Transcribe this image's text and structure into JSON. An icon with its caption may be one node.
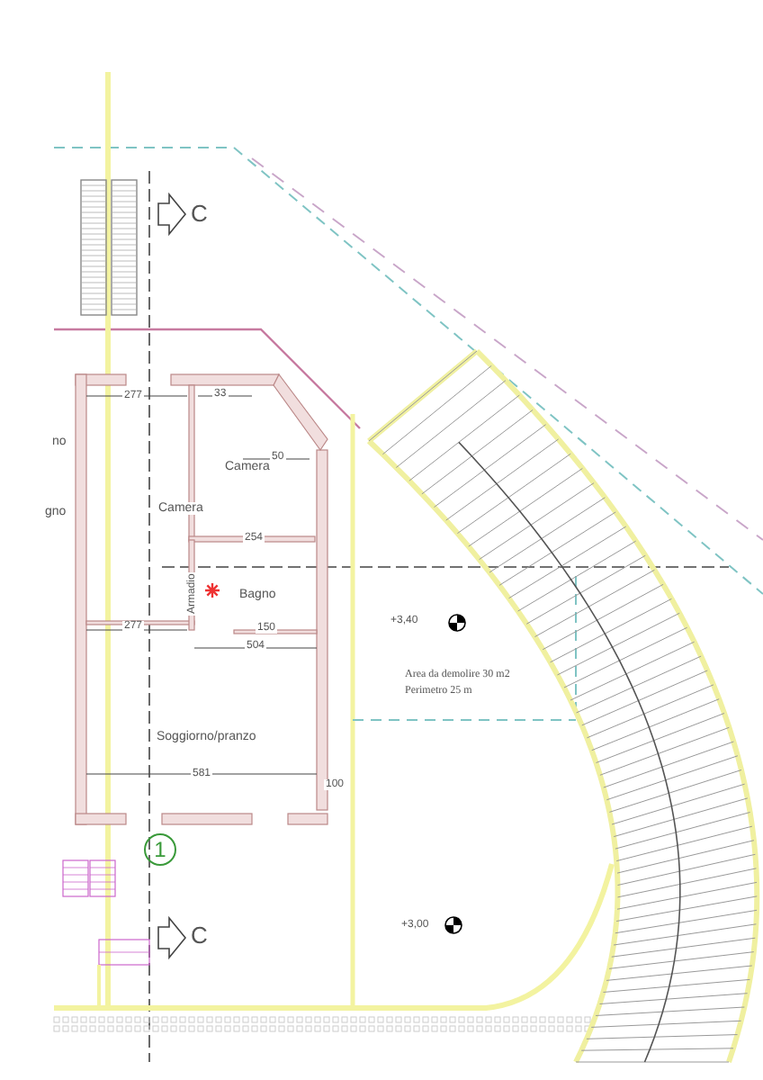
{
  "diagram": {
    "nodes": [
      {
        "text": [
          "1"
        ]
      }
    ],
    "labels": [
      "C",
      "33",
      "277",
      "no",
      "50",
      "Camera",
      "Camera",
      "gno",
      "254",
      "Armadio",
      "Bagno",
      "+3,40",
      "150",
      "277",
      "504",
      "Area da demolire 30 m2",
      "Perimetro 25 m",
      "Soggiorno/pranzo",
      "581",
      "100",
      "C",
      "+3,00"
    ]
  }
}
